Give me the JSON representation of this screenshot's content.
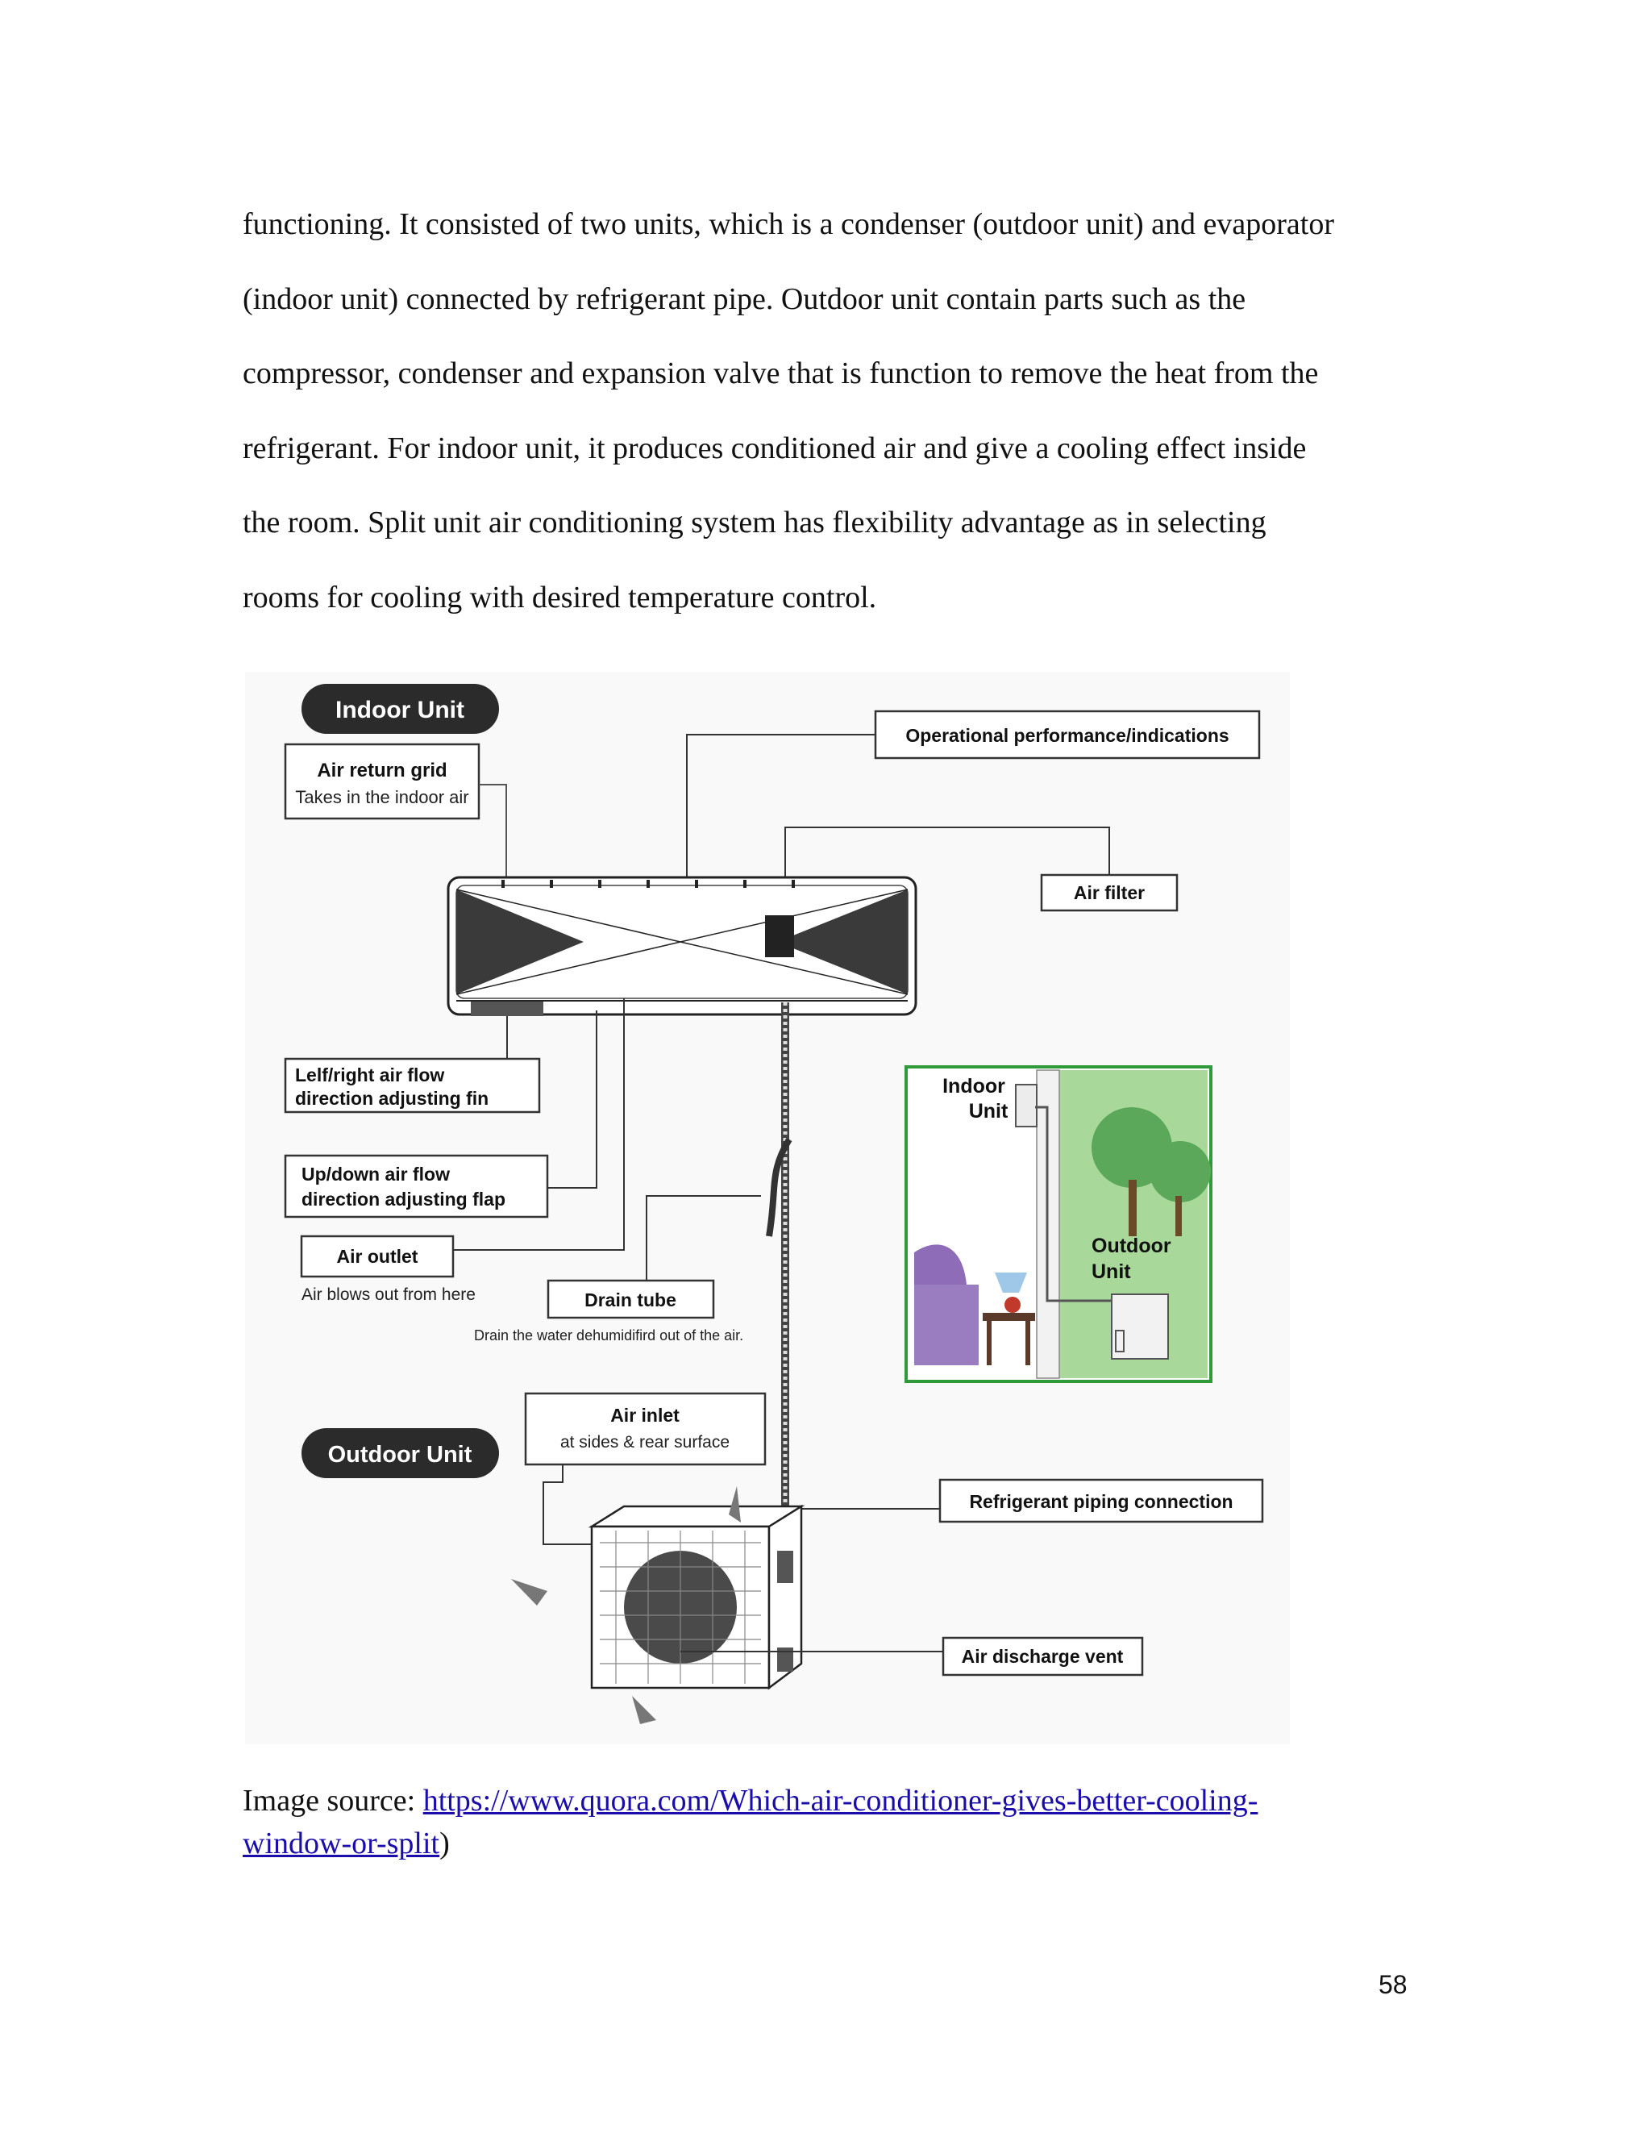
{
  "paragraph": {
    "lines": [
      "functioning. It consisted of two units, which is a condenser (outdoor unit) and evaporator",
      "(indoor unit) connected by refrigerant pipe. Outdoor unit contain parts such as the",
      "compressor, condenser and expansion valve that is function to remove the heat from the",
      "refrigerant. For indoor unit, it produces conditioned air and give a cooling effect inside",
      "the room. Split unit air conditioning system has flexibility advantage as in selecting",
      "rooms for cooling with desired temperature control."
    ]
  },
  "figure": {
    "indoor_unit_title": "Indoor  Unit",
    "outdoor_unit_title": "Outdoor Unit",
    "air_return_grid": "Air return grid",
    "air_return_grid_sub": "Takes in the indoor air",
    "operational_performance": "Operational performance/indications",
    "air_filter": "Air filter",
    "left_right_fin_line1": "Lelf/right air flow",
    "left_right_fin_line2": "direction adjusting fin",
    "up_down_flap_line1": "Up/down air flow",
    "up_down_flap_line2": "direction adjusting flap",
    "air_outlet": "Air outlet",
    "air_outlet_sub": "Air blows out from here",
    "drain_tube": "Drain tube",
    "drain_tube_sub": "Drain the water dehumidifird out of the air.",
    "air_inlet": "Air inlet",
    "air_inlet_sub": "at sides &  rear surface",
    "refrigerant_piping": "Refrigerant piping connection",
    "air_discharge_vent": "Air discharge vent",
    "inset_indoor_line1": "Indoor",
    "inset_indoor_line2": "Unit",
    "inset_outdoor_line1": "Outdoor",
    "inset_outdoor_line2": "Unit"
  },
  "source": {
    "prefix": " Image source: ",
    "link_text_1": "https://www.quora.com/Which-air-conditioner-gives-better-cooling-",
    "link_text_2": "window-or-split",
    "suffix": ")"
  },
  "page_number": "58"
}
